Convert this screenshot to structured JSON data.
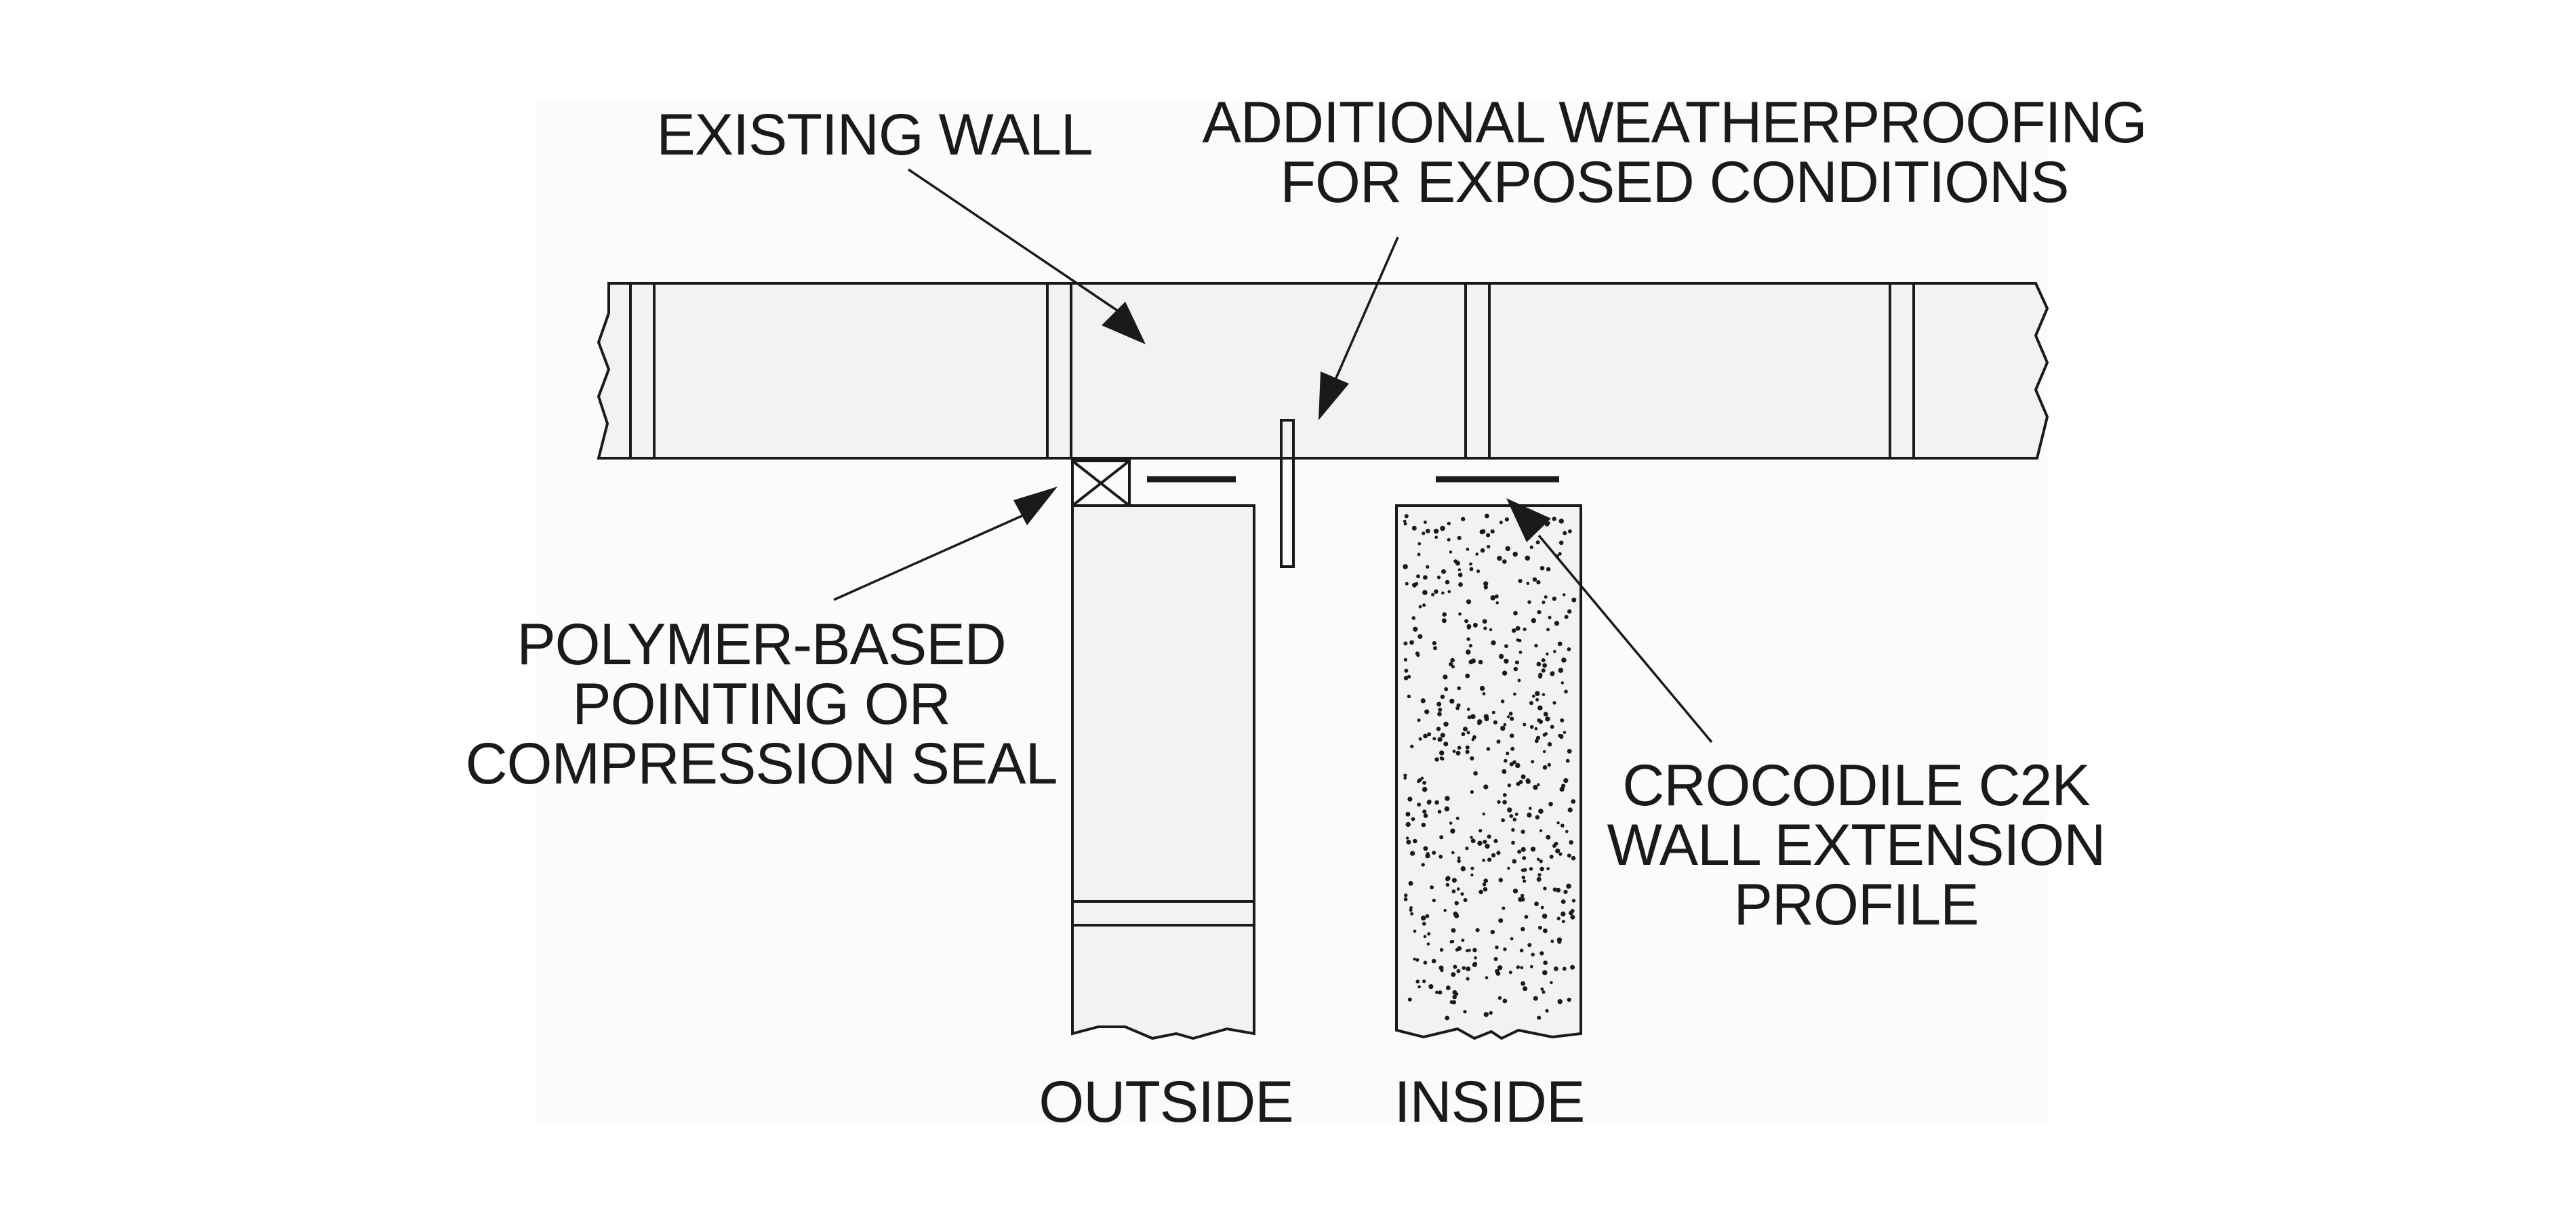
{
  "labels": {
    "existing_wall": "EXISTING WALL",
    "additional_weatherproofing_line1": "ADDITIONAL WEATHERPROOFING",
    "additional_weatherproofing_line2": "FOR EXPOSED CONDITIONS",
    "polymer_line1": "POLYMER-BASED",
    "polymer_line2": "POINTING OR",
    "polymer_line3": "COMPRESSION SEAL",
    "c2k_line1": "CROCODILE C2K",
    "c2k_line2": "WALL EXTENSION",
    "c2k_line3": "PROFILE",
    "outside": "OUTSIDE",
    "inside": "INSIDE"
  },
  "colors": {
    "background": "#ffffff",
    "drawing_area": "#fbfbfa",
    "wall_fill": "#f2f2f1",
    "line": "#1a1a1a"
  }
}
